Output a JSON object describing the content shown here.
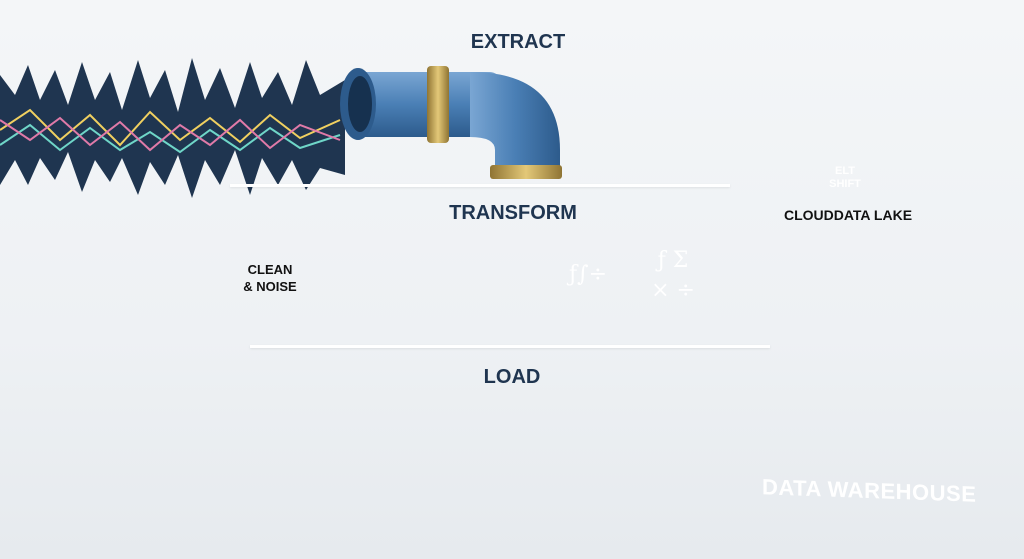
{
  "stages": {
    "extract": "EXTRACT",
    "transform": "TRANSFORM",
    "load": "LOAD"
  },
  "transform_input_label": [
    "CLEAN",
    "& NOISE"
  ],
  "cloud": {
    "badge_line1": "ELT",
    "badge_line2": "SHIFT",
    "label": "CLOUDDATA LAKE"
  },
  "transform_steps": [
    {
      "icon": "funnel-icon"
    },
    {
      "icon": "integral-divide-icon",
      "symbols": "ƒ∫÷"
    },
    {
      "icon": "math-operators-icon",
      "symbols_top": "ƒ Σ",
      "symbols_bottom": "× ÷"
    }
  ],
  "warehouse": {
    "label": "DATA WAREHOUSE"
  },
  "colors": {
    "pipe_blue": "#4a7fb5",
    "brass": "#c9a85a",
    "navy_text": "#1f3550",
    "glow_blue": "#3fa9ff"
  }
}
